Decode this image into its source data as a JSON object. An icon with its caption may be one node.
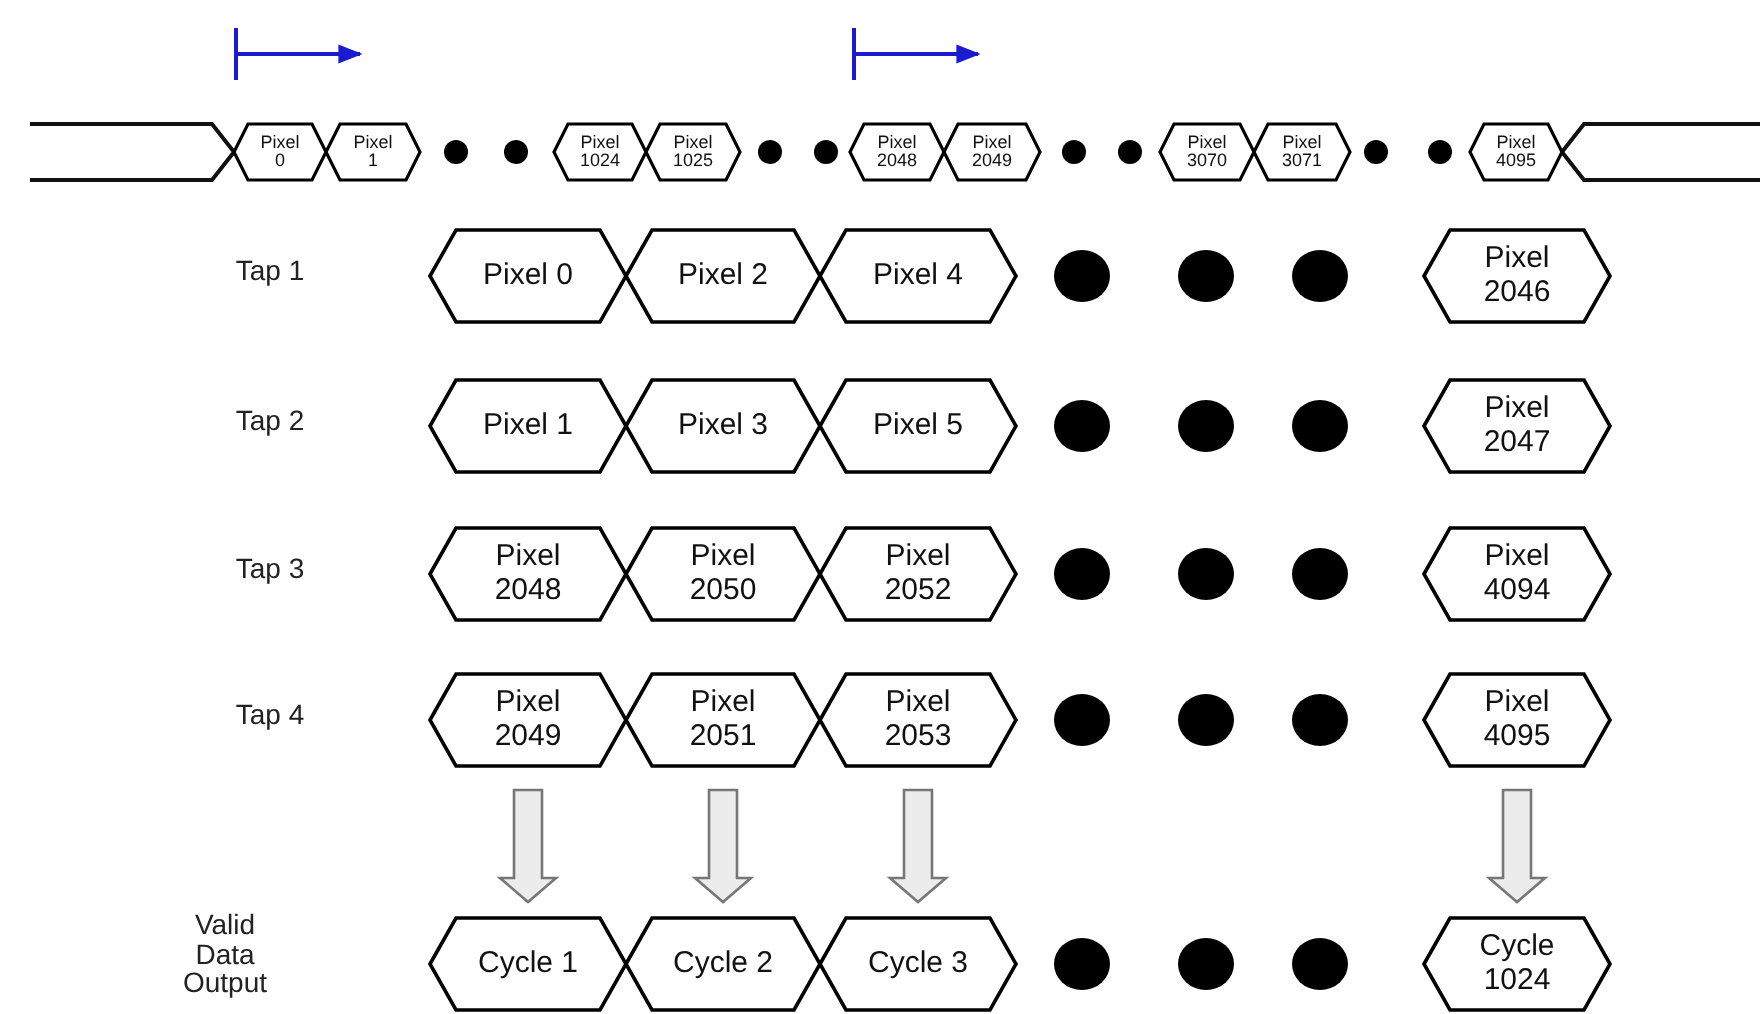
{
  "diagram": {
    "nodes": [
      {
        "text": [
          "Pixel 0"
        ]
      },
      {
        "text": [
          "Pixel 1"
        ]
      },
      {
        "text": [],
        "shape": "circle"
      },
      {
        "text": [],
        "shape": "circle"
      },
      {
        "text": [
          "Pixel 1024"
        ]
      },
      {
        "text": [
          "Pixel 1025"
        ]
      },
      {
        "text": [],
        "shape": "circle"
      },
      {
        "text": [],
        "shape": "circle"
      },
      {
        "text": [
          "Pixel 2048"
        ]
      },
      {
        "text": [
          "Pixel 2049"
        ]
      },
      {
        "text": [],
        "shape": "circle"
      },
      {
        "text": [],
        "shape": "circle"
      },
      {
        "text": [
          "Pixel 3070"
        ]
      },
      {
        "text": [
          "Pixel 3071"
        ]
      },
      {
        "text": [],
        "shape": "circle"
      },
      {
        "text": [],
        "shape": "circle"
      },
      {
        "text": [
          "Pixel 4095"
        ]
      },
      {
        "text": [
          "Pixel 0"
        ]
      },
      {
        "text": [
          "Pixel 2"
        ]
      },
      {
        "text": [
          "Pixel 4"
        ]
      },
      {
        "text": [],
        "shape": "circle"
      },
      {
        "text": [],
        "shape": "circle"
      },
      {
        "text": [],
        "shape": "circle"
      },
      {
        "text": [
          "Pixel 2046"
        ]
      },
      {
        "text": [
          "Pixel 1"
        ]
      },
      {
        "text": [
          "Pixel 3"
        ]
      },
      {
        "text": [
          "Pixel 5"
        ]
      },
      {
        "text": [],
        "shape": "circle"
      },
      {
        "text": [],
        "shape": "circle"
      },
      {
        "text": [],
        "shape": "circle"
      },
      {
        "text": [
          "Pixel 2047"
        ]
      },
      {
        "text": [
          "Pixel 2048"
        ]
      },
      {
        "text": [
          "Pixel 2050"
        ]
      },
      {
        "text": [
          "Pixel 2052"
        ]
      },
      {
        "text": [],
        "shape": "circle"
      },
      {
        "text": [],
        "shape": "circle"
      },
      {
        "text": [],
        "shape": "circle"
      },
      {
        "text": [
          "Pixel 4094"
        ]
      },
      {
        "text": [
          "Pixel 2049"
        ]
      },
      {
        "text": [
          "Pixel 2051"
        ]
      },
      {
        "text": [
          "Pixel 2053"
        ]
      },
      {
        "text": [],
        "shape": "circle"
      },
      {
        "text": [],
        "shape": "circle"
      },
      {
        "text": [],
        "shape": "circle"
      },
      {
        "text": [
          "Pixel 4095"
        ]
      },
      {
        "text": [
          "Cycle 1"
        ]
      },
      {
        "text": [
          "Cycle 2"
        ]
      },
      {
        "text": [
          "Cycle 3"
        ]
      },
      {
        "text": [],
        "shape": "circle"
      },
      {
        "text": [],
        "shape": "circle"
      },
      {
        "text": [],
        "shape": "circle"
      },
      {
        "text": [
          "Cycle 1024"
        ]
      }
    ],
    "edges": [
      {
        "from": 38,
        "to": 45,
        "arrow": "to"
      },
      {
        "from": 39,
        "to": 46,
        "arrow": "to"
      },
      {
        "from": 40,
        "to": 47,
        "arrow": "to"
      },
      {
        "from": 44,
        "to": 51,
        "arrow": "to"
      }
    ],
    "labels": [
      "Tap 1",
      "Tap 2",
      "Tap 3",
      "Tap 4",
      "Valid Data Output"
    ]
  }
}
